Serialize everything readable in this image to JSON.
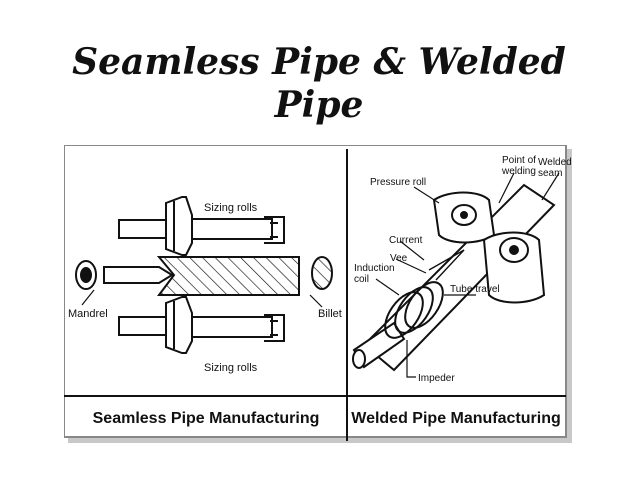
{
  "title": {
    "line1": "Seamless Pipe & Welded",
    "line2": "Pipe"
  },
  "seamless": {
    "caption": "Seamless Pipe Manufacturing",
    "label_sizing_top": "Sizing rolls",
    "label_sizing_bottom": "Sizing rolls",
    "label_mandrel": "Mandrel",
    "label_billet": "Billet"
  },
  "welded": {
    "caption": "Welded Pipe Manufacturing",
    "label_pressure_roll": "Pressure roll",
    "label_point_of_welding_1": "Point of",
    "label_point_of_welding_2": "welding",
    "label_welded_seam_1": "Welded",
    "label_welded_seam_2": "seam",
    "label_current": "Current",
    "label_vee": "Vee",
    "label_induction_coil_1": "Induction",
    "label_induction_coil_2": "coil",
    "label_tube_travel": "Tube travel",
    "label_impeder": "Impeder"
  },
  "colors": {
    "ink": "#111111",
    "frame_shadow": "#9a9a9a",
    "background": "#ffffff"
  }
}
